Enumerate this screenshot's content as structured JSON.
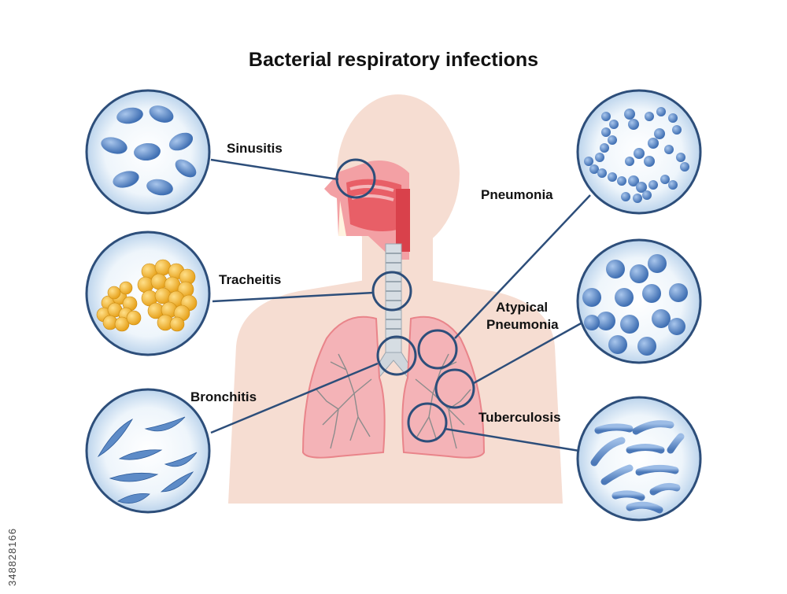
{
  "title": "Bacterial respiratory infections",
  "labels": {
    "sinusitis": "Sinusitis",
    "tracheitis": "Tracheitis",
    "bronchitis": "Bronchitis",
    "pneumonia": "Pneumonia",
    "atypical_pneumonia": [
      "Atypical",
      "Pneumonia"
    ],
    "tuberculosis": "Tuberculosis"
  },
  "watermark": "348828166",
  "colors": {
    "outline": "#2d4e7a",
    "skin": "#f6ddd2",
    "lung": "#f4b3b7",
    "lung_outline": "#e9848a",
    "circle_bg": "#e6f1fa",
    "bacteria_blue": "#5d8bc7",
    "bacteria_yellow": "#f3b834"
  }
}
